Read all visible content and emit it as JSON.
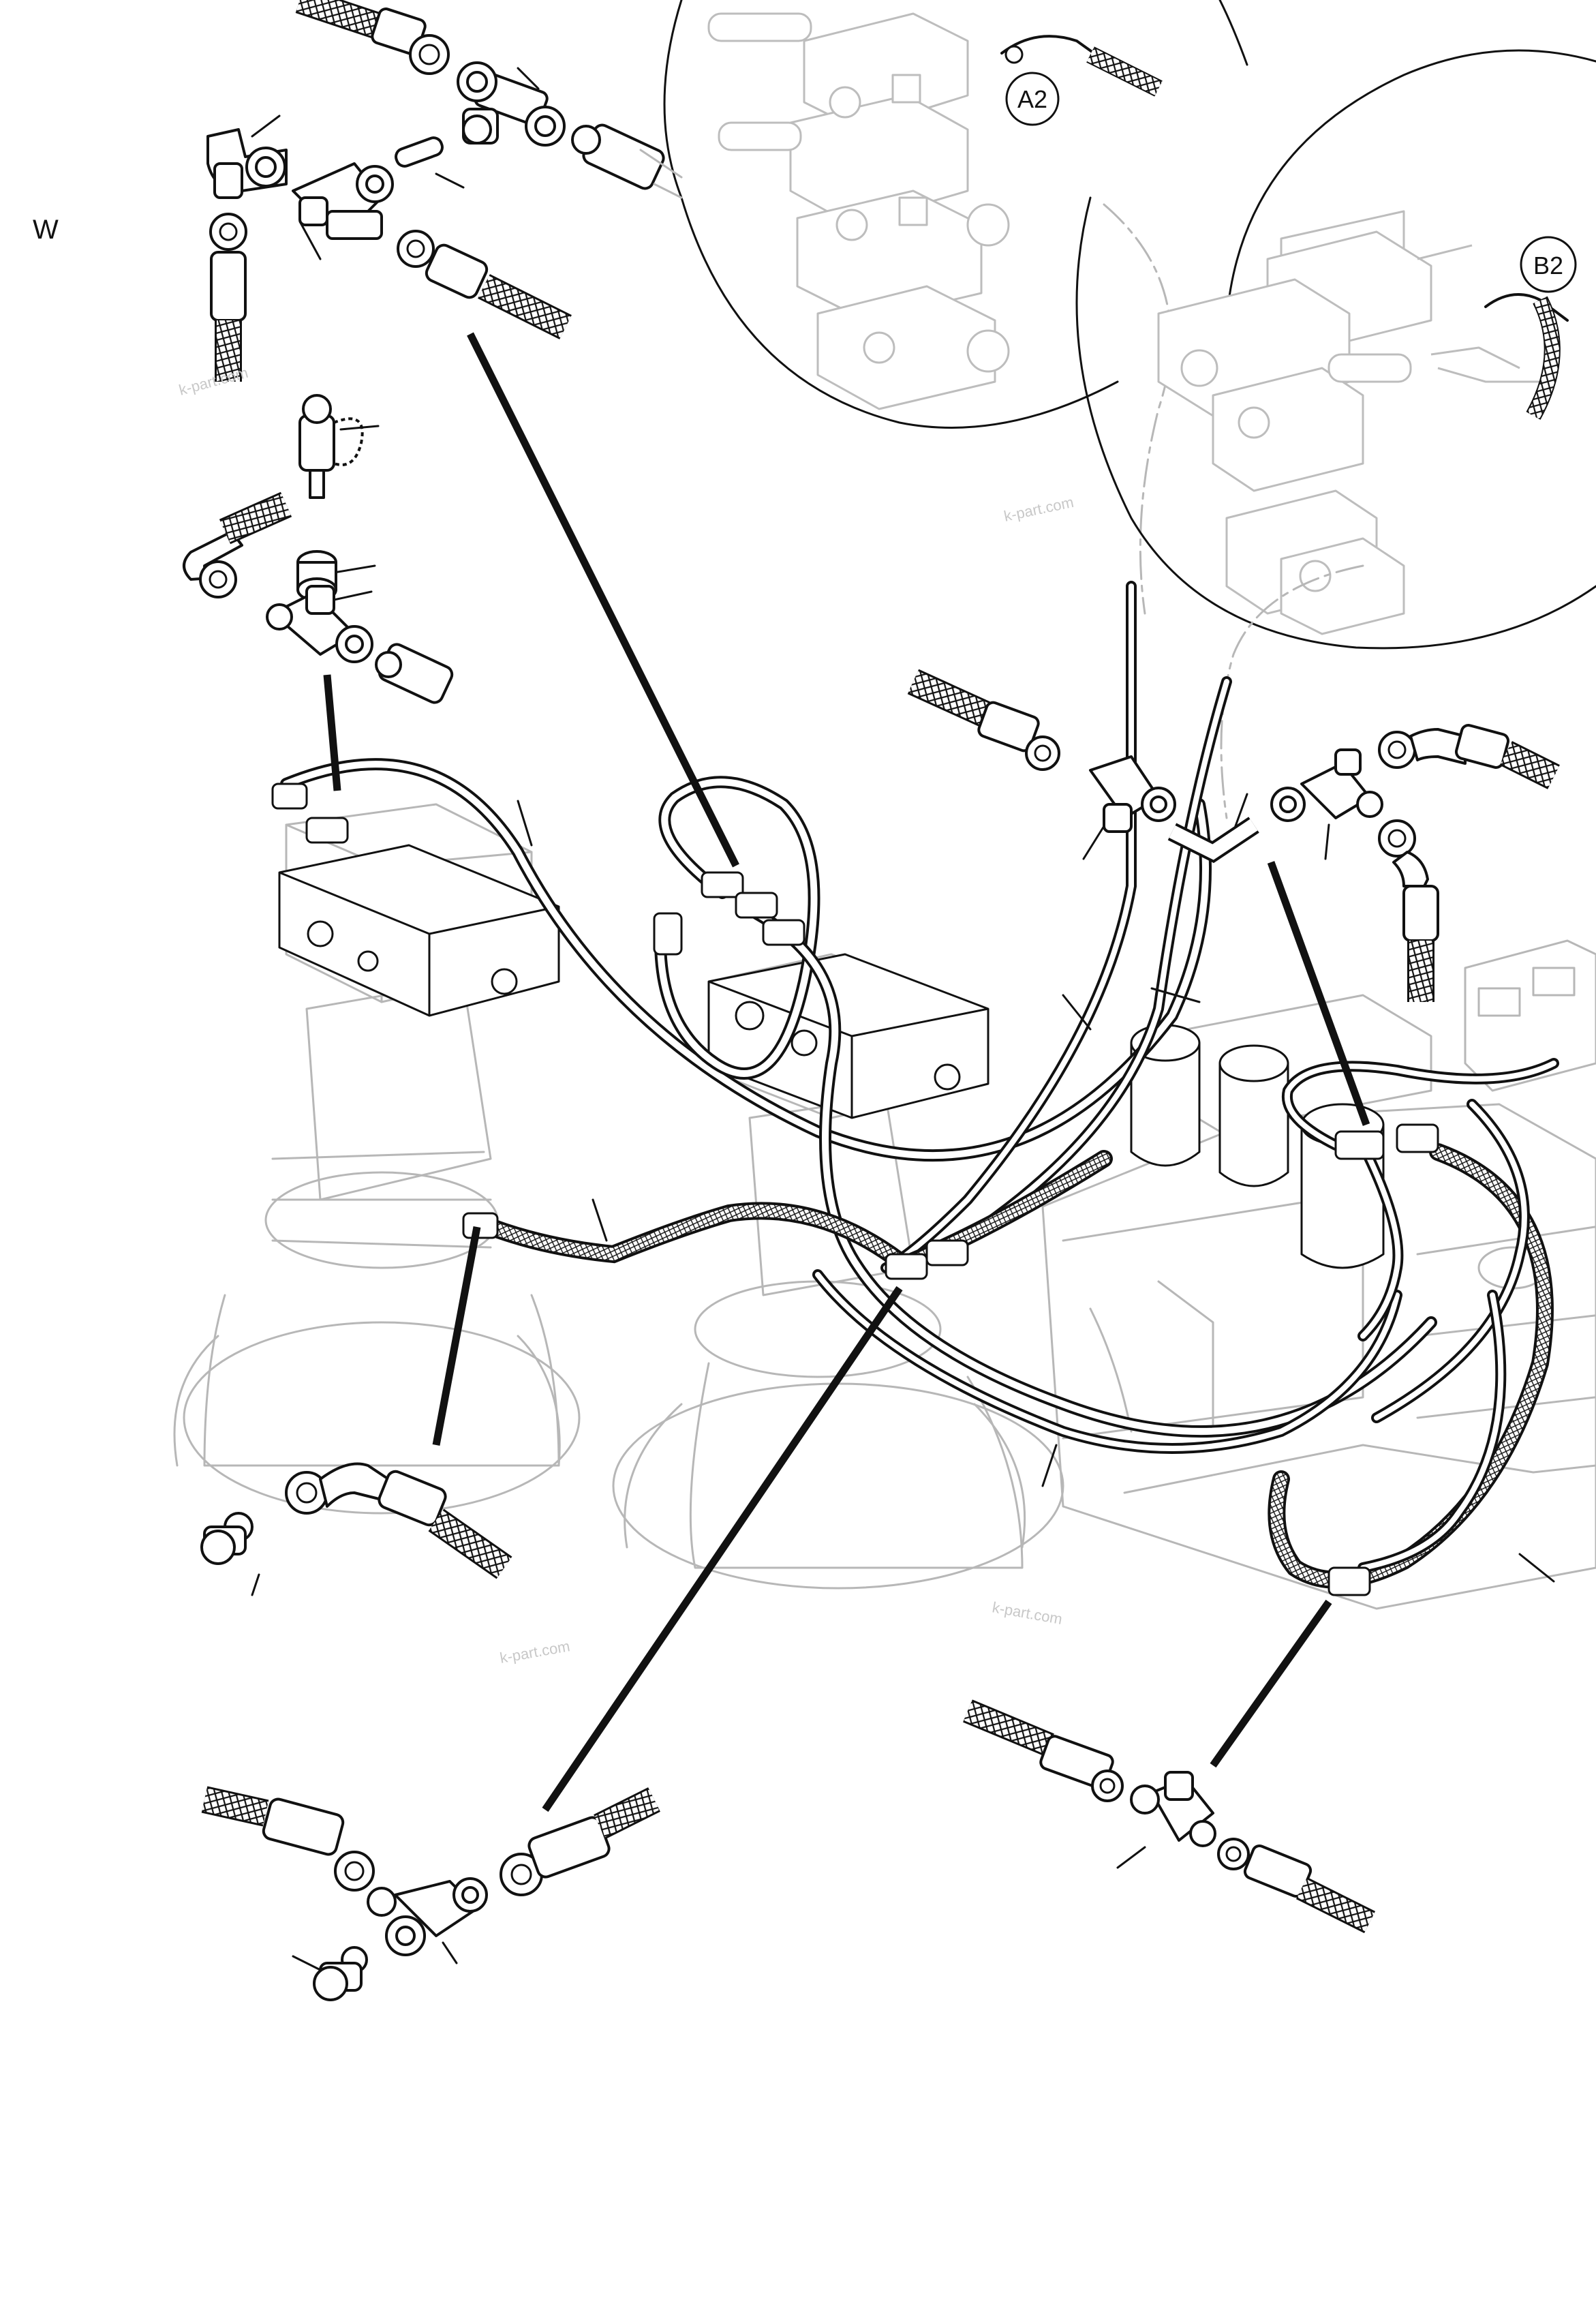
{
  "diagram": {
    "view_label": "W",
    "detail_labels": [
      "A2",
      "B2"
    ],
    "watermarks": [
      "k-part.com",
      "k-part.com",
      "k-part.com",
      "k-part.com"
    ],
    "colors": {
      "line": "#111111",
      "ghost": "#b7b7b7",
      "watermark": "#c8c8c8",
      "background": "#ffffff"
    }
  }
}
